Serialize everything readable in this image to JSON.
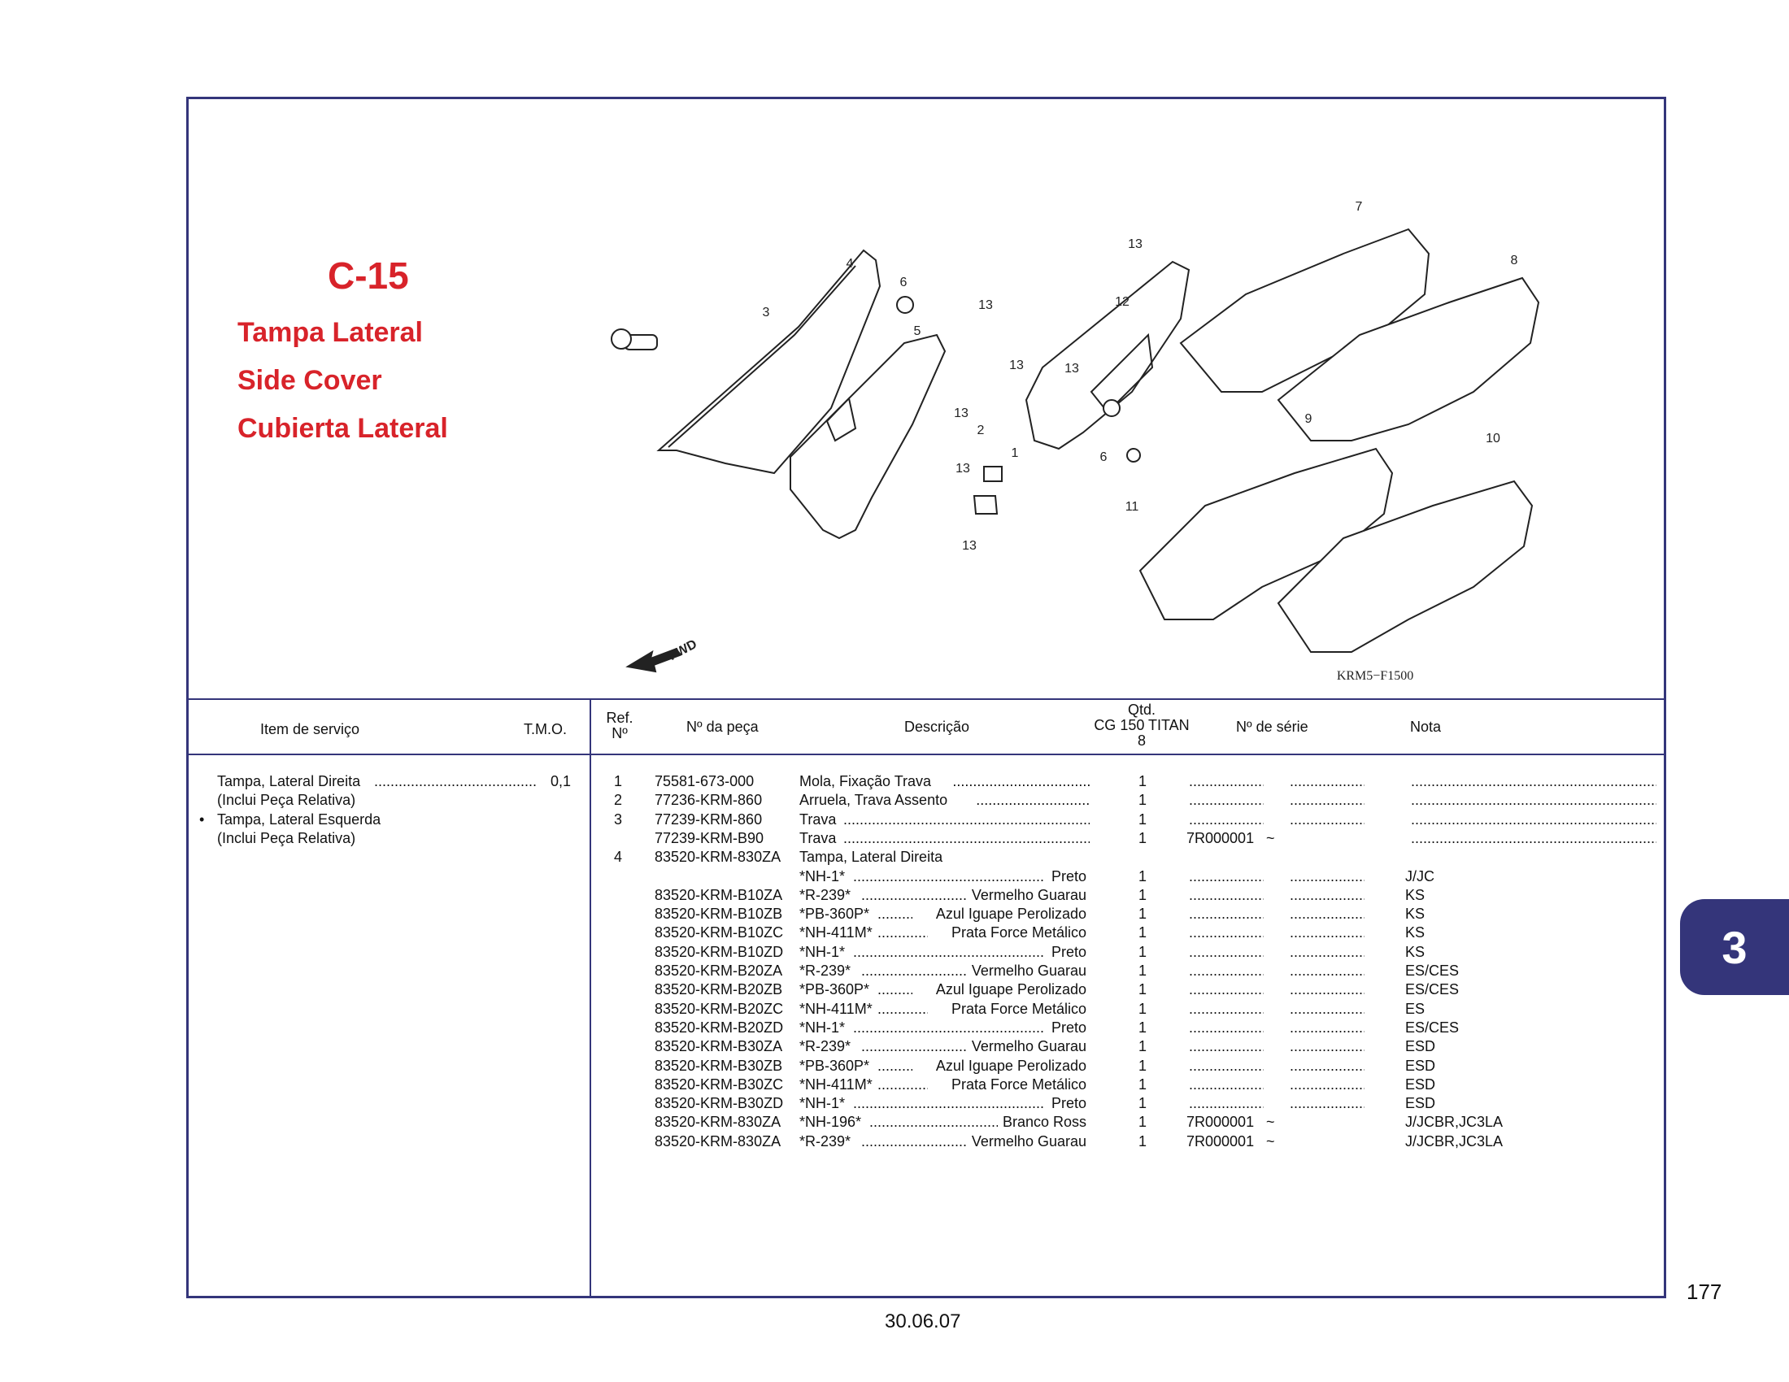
{
  "section": {
    "code": "C-15",
    "title_pt": "Tampa Lateral",
    "title_en": "Side Cover",
    "title_es": "Cubierta Lateral"
  },
  "diagram": {
    "code": "KRM5−F1500",
    "fwd": "FWD",
    "callouts": [
      "1",
      "2",
      "3",
      "4",
      "5",
      "6",
      "6",
      "7",
      "8",
      "9",
      "10",
      "11",
      "12",
      "13",
      "13",
      "13",
      "13",
      "13",
      "13",
      "13"
    ]
  },
  "table_header": {
    "service_item": "Item de serviço",
    "tmo": "T.M.O.",
    "ref_1": "Ref.",
    "ref_2": "Nº",
    "part_no": "Nº da peça",
    "description": "Descrição",
    "qty_1": "Qtd.",
    "qty_2": "CG 150 TITAN",
    "qty_3": "8",
    "serial": "Nº de série",
    "note": "Nota"
  },
  "service_items": [
    {
      "bullet": "",
      "text": "Tampa, Lateral Direita",
      "tmo": "0,1",
      "dotted": true
    },
    {
      "bullet": "",
      "text": "(Inclui Peça Relativa)",
      "tmo": "",
      "dotted": false
    },
    {
      "bullet": "•",
      "text": "Tampa, Lateral Esquerda",
      "tmo": "",
      "dotted": false
    },
    {
      "bullet": "",
      "text": "(Inclui Peça Relativa)",
      "tmo": "",
      "dotted": false
    }
  ],
  "parts": [
    {
      "ref": "1",
      "part": "75581-673-000",
      "code": "",
      "desc": "Mola, Fixação Trava",
      "desc_right": "",
      "qty": "1",
      "serial_from": "",
      "serial_to": "",
      "note": ""
    },
    {
      "ref": "2",
      "part": "77236-KRM-860",
      "code": "",
      "desc": "Arruela, Trava Assento",
      "desc_right": "",
      "qty": "1",
      "serial_from": "",
      "serial_to": "",
      "note": ""
    },
    {
      "ref": "3",
      "part": "77239-KRM-860",
      "code": "",
      "desc": "Trava",
      "desc_right": "",
      "qty": "1",
      "serial_from": "",
      "serial_to": "",
      "note": ""
    },
    {
      "ref": "",
      "part": "77239-KRM-B90",
      "code": "",
      "desc": "Trava",
      "desc_right": "",
      "qty": "1",
      "serial_from": "7R000001",
      "serial_to": "~",
      "note": ""
    },
    {
      "ref": "4",
      "part": "83520-KRM-830ZA",
      "code": "",
      "desc": "Tampa, Lateral Direita",
      "desc_right": "",
      "qty": "",
      "serial_from": "",
      "serial_to": "",
      "note": "",
      "heading": true
    },
    {
      "ref": "",
      "part": "",
      "code": "*NH-1*",
      "desc": "",
      "desc_right": "Preto",
      "qty": "1",
      "serial_from": "",
      "serial_to": "",
      "note": "J/JC"
    },
    {
      "ref": "",
      "part": "83520-KRM-B10ZA",
      "code": "*R-239*",
      "desc": "",
      "desc_right": "Vermelho Guarau",
      "qty": "1",
      "serial_from": "",
      "serial_to": "",
      "note": "KS"
    },
    {
      "ref": "",
      "part": "83520-KRM-B10ZB",
      "code": "*PB-360P*",
      "desc": "",
      "desc_right": "Azul Iguape Perolizado",
      "qty": "1",
      "serial_from": "",
      "serial_to": "",
      "note": "KS"
    },
    {
      "ref": "",
      "part": "83520-KRM-B10ZC",
      "code": "*NH-411M*",
      "desc": "",
      "desc_right": "Prata Force Metálico",
      "qty": "1",
      "serial_from": "",
      "serial_to": "",
      "note": "KS"
    },
    {
      "ref": "",
      "part": "83520-KRM-B10ZD",
      "code": "*NH-1*",
      "desc": "",
      "desc_right": "Preto",
      "qty": "1",
      "serial_from": "",
      "serial_to": "",
      "note": "KS"
    },
    {
      "ref": "",
      "part": "83520-KRM-B20ZA",
      "code": "*R-239*",
      "desc": "",
      "desc_right": "Vermelho Guarau",
      "qty": "1",
      "serial_from": "",
      "serial_to": "",
      "note": "ES/CES"
    },
    {
      "ref": "",
      "part": "83520-KRM-B20ZB",
      "code": "*PB-360P*",
      "desc": "",
      "desc_right": "Azul Iguape Perolizado",
      "qty": "1",
      "serial_from": "",
      "serial_to": "",
      "note": "ES/CES"
    },
    {
      "ref": "",
      "part": "83520-KRM-B20ZC",
      "code": "*NH-411M*",
      "desc": "",
      "desc_right": "Prata Force Metálico",
      "qty": "1",
      "serial_from": "",
      "serial_to": "",
      "note": "ES"
    },
    {
      "ref": "",
      "part": "83520-KRM-B20ZD",
      "code": "*NH-1*",
      "desc": "",
      "desc_right": "Preto",
      "qty": "1",
      "serial_from": "",
      "serial_to": "",
      "note": "ES/CES"
    },
    {
      "ref": "",
      "part": "83520-KRM-B30ZA",
      "code": "*R-239*",
      "desc": "",
      "desc_right": "Vermelho Guarau",
      "qty": "1",
      "serial_from": "",
      "serial_to": "",
      "note": "ESD"
    },
    {
      "ref": "",
      "part": "83520-KRM-B30ZB",
      "code": "*PB-360P*",
      "desc": "",
      "desc_right": "Azul Iguape Perolizado",
      "qty": "1",
      "serial_from": "",
      "serial_to": "",
      "note": "ESD"
    },
    {
      "ref": "",
      "part": "83520-KRM-B30ZC",
      "code": "*NH-411M*",
      "desc": "",
      "desc_right": "Prata Force Metálico",
      "qty": "1",
      "serial_from": "",
      "serial_to": "",
      "note": "ESD"
    },
    {
      "ref": "",
      "part": "83520-KRM-B30ZD",
      "code": "*NH-1*",
      "desc": "",
      "desc_right": "Preto",
      "qty": "1",
      "serial_from": "",
      "serial_to": "",
      "note": "ESD"
    },
    {
      "ref": "",
      "part": "83520-KRM-830ZA",
      "code": "*NH-196*",
      "desc": "",
      "desc_right": "Branco Ross",
      "qty": "1",
      "serial_from": "7R000001",
      "serial_to": "~",
      "note": "J/JCBR,JC3LA"
    },
    {
      "ref": "",
      "part": "83520-KRM-830ZA",
      "code": "*R-239*",
      "desc": "",
      "desc_right": "Vermelho Guarau",
      "qty": "1",
      "serial_from": "7R000001",
      "serial_to": "~",
      "note": "J/JCBR,JC3LA"
    }
  ],
  "side_tab": "3",
  "page_number": "177",
  "date": "30.06.07",
  "colors": {
    "accent": "#34357a",
    "title_red": "#d8232a"
  }
}
